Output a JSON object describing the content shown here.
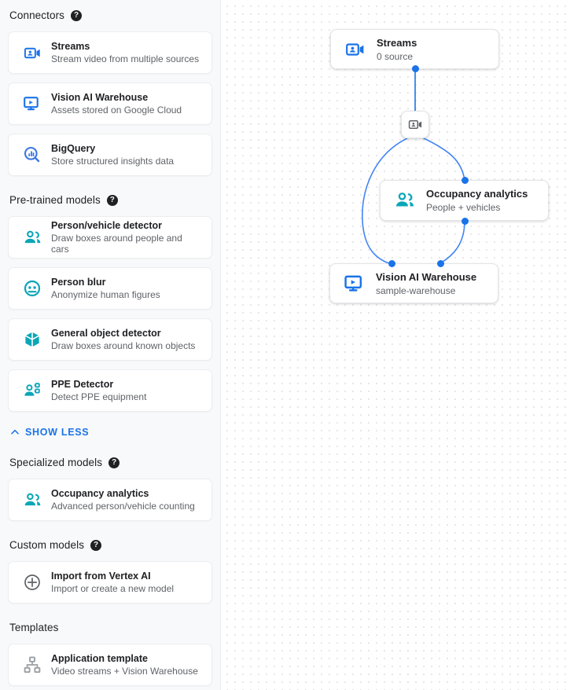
{
  "sidebar": {
    "sections": [
      {
        "title": "Connectors",
        "has_help": true,
        "help_glyph": "?",
        "items": [
          {
            "icon": "video-camera-icon",
            "icon_color": "#1a73e8",
            "title": "Streams",
            "subtitle": "Stream video from multiple sources"
          },
          {
            "icon": "vision-warehouse-icon",
            "icon_color": "#1a73e8",
            "title": "Vision AI Warehouse",
            "subtitle": "Assets stored on Google Cloud"
          },
          {
            "icon": "bigquery-icon",
            "icon_color": "#3b77e3",
            "title": "BigQuery",
            "subtitle": "Store structured insights data"
          }
        ]
      },
      {
        "title": "Pre-trained models",
        "has_help": true,
        "help_glyph": "?",
        "items": [
          {
            "icon": "person-vehicle-icon",
            "icon_color": "#0aa6b7",
            "title": "Person/vehicle detector",
            "subtitle": "Draw boxes around people and cars"
          },
          {
            "icon": "person-blur-icon",
            "icon_color": "#0aa6b7",
            "title": "Person blur",
            "subtitle": "Anonymize human figures"
          },
          {
            "icon": "cube-object-icon",
            "icon_color": "#0aa6b7",
            "title": "General object detector",
            "subtitle": "Draw boxes around known objects"
          },
          {
            "icon": "ppe-detector-icon",
            "icon_color": "#0aa6b7",
            "title": "PPE Detector",
            "subtitle": "Detect PPE equipment"
          }
        ],
        "footer_link": "SHOW LESS"
      },
      {
        "title": "Specialized models",
        "has_help": true,
        "help_glyph": "?",
        "items": [
          {
            "icon": "occupancy-analytics-icon",
            "icon_color": "#0aa6b7",
            "title": "Occupancy analytics",
            "subtitle": "Advanced person/vehicle counting"
          }
        ]
      },
      {
        "title": "Custom models",
        "has_help": true,
        "help_glyph": "?",
        "items": [
          {
            "icon": "plus-circle-icon",
            "icon_color": "#5f6368",
            "title": "Import from Vertex AI",
            "subtitle": "Import or create a new model"
          }
        ]
      },
      {
        "title": "Templates",
        "has_help": false,
        "items": [
          {
            "icon": "account-tree-icon",
            "icon_color": "#9aa0a6",
            "title": "Application template",
            "subtitle": "Video streams + Vision Warehouse"
          }
        ]
      }
    ]
  },
  "canvas": {
    "accent_color": "#1a73e8",
    "nodes": [
      {
        "id": "streams",
        "icon": "video-camera-icon",
        "icon_color": "#1a73e8",
        "title": "Streams",
        "subtitle": "0 source"
      },
      {
        "id": "occupancy",
        "icon": "occupancy-analytics-icon",
        "icon_color": "#0aa6b7",
        "title": "Occupancy analytics",
        "subtitle": "People + vehicles"
      },
      {
        "id": "warehouse",
        "icon": "vision-warehouse-icon",
        "icon_color": "#1a73e8",
        "title": "Vision AI Warehouse",
        "subtitle": "sample-warehouse"
      }
    ],
    "mini_node": {
      "id": "stream-relay",
      "icon": "video-camera-icon",
      "icon_color": "#5f6368"
    }
  }
}
